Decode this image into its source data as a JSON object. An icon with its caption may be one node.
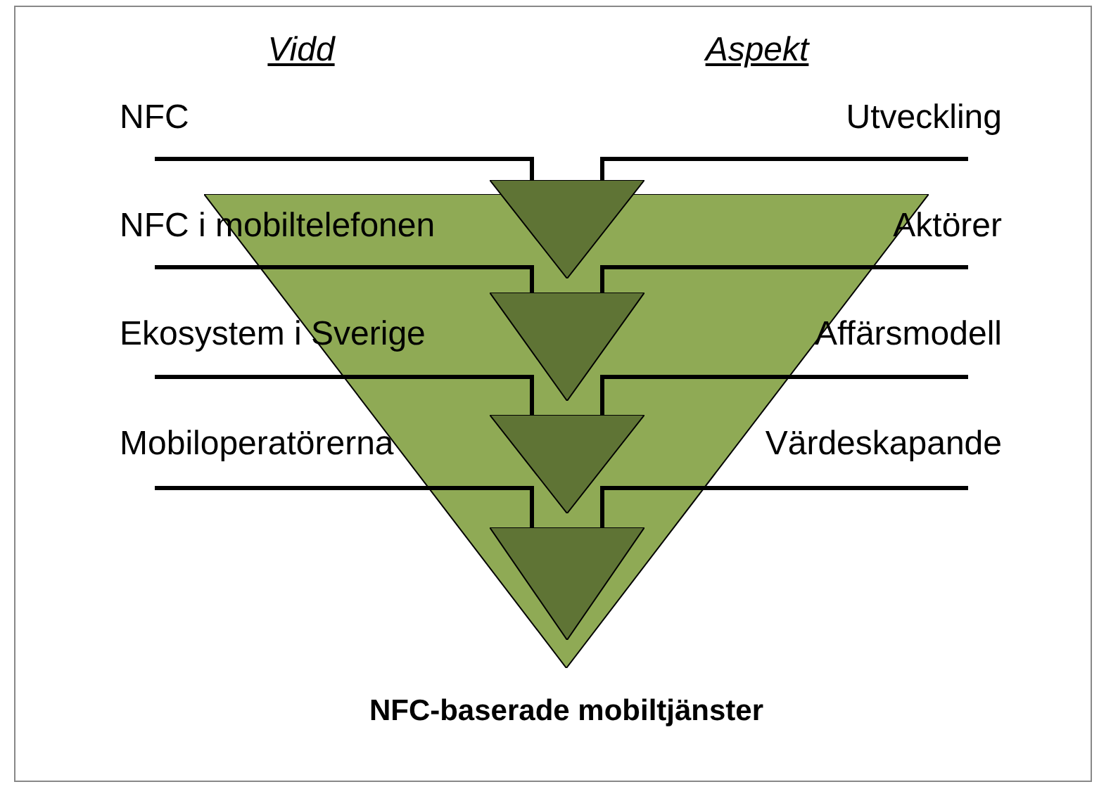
{
  "diagram": {
    "nodes": [
      {
        "text": [
          "NFC-baserade mobiltjänster"
        ]
      },
      {
        "text": [],
        "shape": "triangle"
      },
      {
        "text": [],
        "shape": "triangle",
        "in": 0
      },
      {
        "text": [],
        "shape": "triangle",
        "in": 0
      },
      {
        "text": [],
        "shape": "triangle",
        "in": 0
      },
      {
        "text": [
          "NFC"
        ]
      },
      {
        "text": [
          "Utveckling"
        ]
      },
      {
        "text": [
          "NFC i mobiltelefonen"
        ]
      },
      {
        "text": [
          "Aktörer"
        ]
      },
      {
        "text": [
          "Ekosystem i Sverige"
        ]
      },
      {
        "text": [
          "Affärsmodell"
        ]
      },
      {
        "text": [
          "Mobiloperatörerna"
        ]
      },
      {
        "text": [
          "Värdeskapande"
        ]
      }
    ],
    "edges": [
      {
        "from": 5,
        "to": 1,
        "arrow": "none"
      },
      {
        "from": 6,
        "to": 1,
        "arrow": "none"
      },
      {
        "from": 7,
        "to": 2,
        "arrow": "none"
      },
      {
        "from": 8,
        "to": 2,
        "arrow": "none"
      },
      {
        "from": 9,
        "to": 3,
        "arrow": "none"
      },
      {
        "from": 10,
        "to": 3,
        "arrow": "none"
      },
      {
        "from": 11,
        "to": 4,
        "arrow": "none"
      },
      {
        "from": 12,
        "to": 4,
        "arrow": "none"
      }
    ],
    "labels": [
      "Vidd",
      "Aspekt"
    ]
  }
}
